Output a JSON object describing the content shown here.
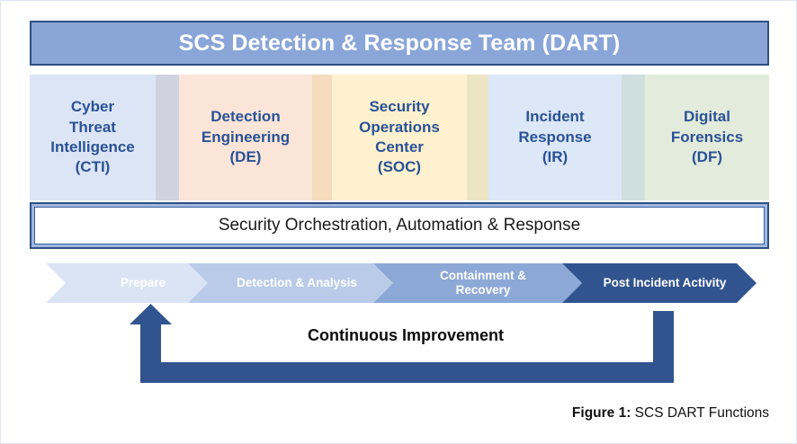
{
  "figure": {
    "banner": {
      "title": "SCS Detection & Response Team (DART)",
      "fill": "#8aa6d8",
      "border": "#2f4f84",
      "text_color": "#ffffff"
    },
    "functions": [
      {
        "name": "cyber-threat-intelligence",
        "label": "Cyber\nThreat\nIntelligence\n(CTI)",
        "fill": "#dce5f5",
        "separator_fill": "#d0d2e0",
        "text_color": "#2a5296"
      },
      {
        "name": "detection-engineering",
        "label": "Detection\nEngineering\n(DE)",
        "fill": "#fae5d8",
        "separator_fill": "#f6dbbd",
        "text_color": "#2a5296"
      },
      {
        "name": "security-operations-center",
        "label": "Security\nOperations\nCenter\n(SOC)",
        "fill": "#fdf1cf",
        "separator_fill": "#ece5c4",
        "text_color": "#2a5296"
      },
      {
        "name": "incident-response",
        "label": "Incident\nResponse\n(IR)",
        "fill": "#dce7f7",
        "separator_fill": "#cfdfdf",
        "text_color": "#2a5296"
      },
      {
        "name": "digital-forensics",
        "label": "Digital\nForensics\n(DF)",
        "fill": "#e3ecdc",
        "separator_fill": "",
        "text_color": "#2a5296"
      }
    ],
    "soar": {
      "label": "Security Orchestration, Automation & Response",
      "fill": "#ffffff",
      "frame_fill": "#9fb8e0",
      "border": "#2f4f84"
    },
    "process_phases": [
      {
        "name": "prepare",
        "label": "Prepare",
        "fill": "#dbe4f4"
      },
      {
        "name": "detection-and-analysis",
        "label": "Detection & Analysis",
        "fill": "#b9cbe8"
      },
      {
        "name": "containment-and-recovery",
        "label": "Containment &\nRecovery",
        "fill": "#8ca8d6"
      },
      {
        "name": "post-incident-activity",
        "label": "Post Incident Activity",
        "fill": "#31548f"
      }
    ],
    "feedback_loop": {
      "label": "Continuous Improvement",
      "fill": "#31548f",
      "text_color": "#0d0d0d"
    },
    "caption": {
      "strong": "Figure 1:",
      "rest": " SCS DART Functions"
    }
  }
}
